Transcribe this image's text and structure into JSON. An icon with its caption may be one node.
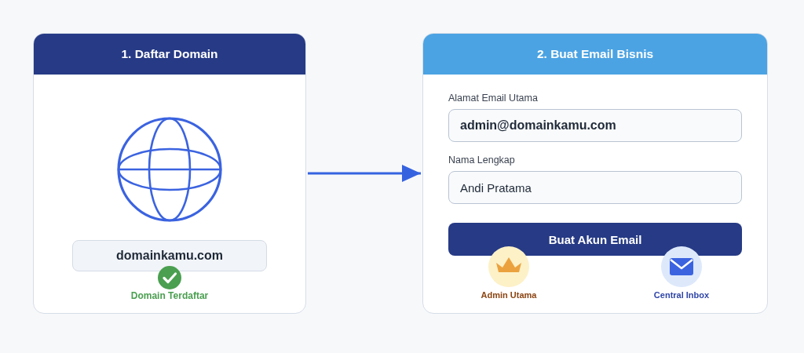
{
  "diagram": {
    "nodes": [
      {
        "text": [
          "1. Daftar Domain"
        ]
      },
      {
        "text": [
          "domainkamu.com"
        ],
        "in": 0
      },
      {
        "text": [
          "2. Buat Email Bisnis"
        ]
      },
      {
        "text": [
          "admin@domainkamu.com"
        ],
        "in": 2,
        "beside": [
          "Alamat Email Utama"
        ]
      },
      {
        "text": [
          "Andi Pratama"
        ],
        "in": 2,
        "beside": [
          "Nama Lengkap"
        ]
      },
      {
        "text": [
          "Buat Akun Email"
        ],
        "in": 2
      }
    ],
    "edges": [
      {
        "from": 0,
        "to": 2,
        "arrow": "to"
      }
    ],
    "labels": [
      "Domain Terdaftar",
      "Admin Utama",
      "Central Inbox"
    ]
  }
}
